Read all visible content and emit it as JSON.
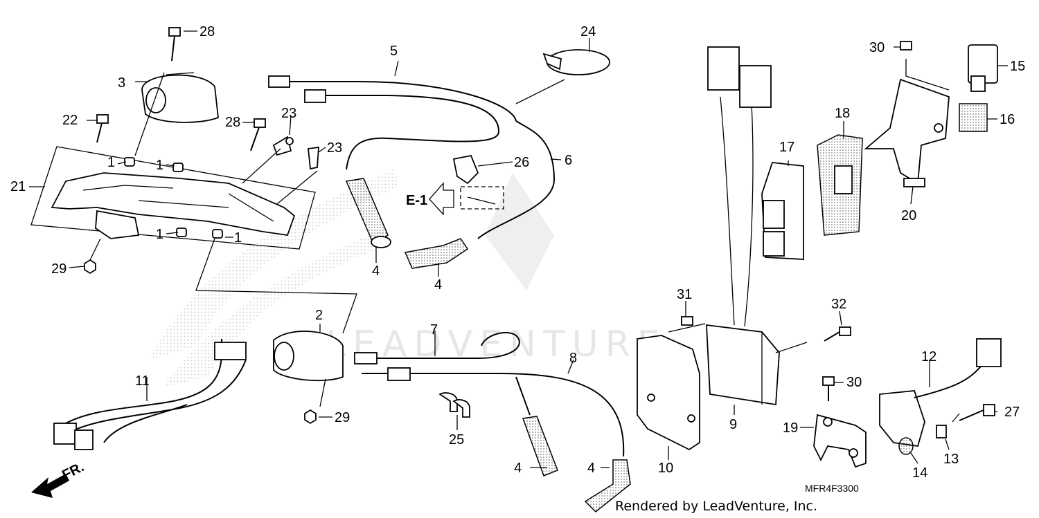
{
  "diagram": {
    "part_code": "MFR4F3300",
    "credit": "Rendered by LeadVenture, Inc.",
    "watermark": "LEADVENTURE",
    "direction_marker": "FR.",
    "reference_marker": "E-1",
    "callouts": {
      "c1a": "1",
      "c1b": "1",
      "c1c": "1",
      "c1d": "1",
      "c2": "2",
      "c3": "3",
      "c4a": "4",
      "c4b": "4",
      "c4c": "4",
      "c4d": "4",
      "c5": "5",
      "c6": "6",
      "c7": "7",
      "c8": "8",
      "c9": "9",
      "c10": "10",
      "c11": "11",
      "c12": "12",
      "c13": "13",
      "c14": "14",
      "c15": "15",
      "c16": "16",
      "c17": "17",
      "c18": "18",
      "c19": "19",
      "c20": "20",
      "c21": "21",
      "c22": "22",
      "c23a": "23",
      "c23b": "23",
      "c24": "24",
      "c25": "25",
      "c26": "26",
      "c27": "27",
      "c28a": "28",
      "c28b": "28",
      "c29a": "29",
      "c29b": "29",
      "c30a": "30",
      "c30b": "30",
      "c31": "31",
      "c32": "32"
    }
  }
}
